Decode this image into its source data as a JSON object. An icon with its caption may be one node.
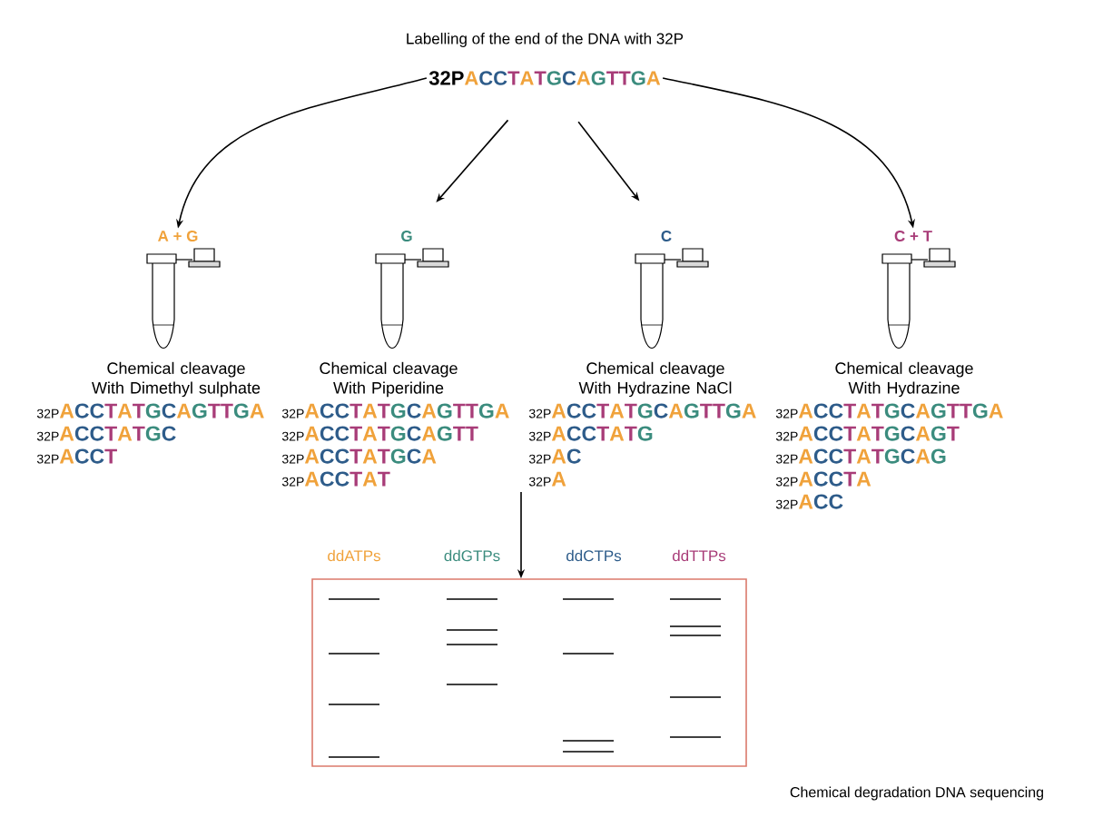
{
  "diagram": {
    "title": "Labelling of the end of the DNA with 32P",
    "caption": "Chemical degradation DNA sequencing",
    "nodes": [
      {
        "text": [
          "32PACCTATGCAGTTGA"
        ]
      },
      {
        "text": [
          "A + G"
        ],
        "beside": [
          "Chemical cleavage With Dimethyl sulphate"
        ]
      },
      {
        "text": [
          "G"
        ],
        "beside": [
          "Chemical cleavage With Piperidine"
        ]
      },
      {
        "text": [
          "C"
        ],
        "beside": [
          "Chemical cleavage With Hydrazine NaCl"
        ]
      },
      {
        "text": [
          "C + T"
        ],
        "beside": [
          "Chemical cleavage With Hydrazine"
        ]
      },
      {
        "text": [
          "32PACCTATGCAGTTGA",
          "32PACCTATGC",
          "32PACCT"
        ]
      },
      {
        "text": [
          "32PACCTATGCAGTTGA",
          "32PACCTATGCAGTT",
          "32PACCTATGCA",
          "32PACCTAT"
        ]
      },
      {
        "text": [
          "32PACCTATGCAGTTGA",
          "32PACCTATG",
          "32PAC",
          "32PA"
        ]
      },
      {
        "text": [
          "32PACCTATGCAGTTGA",
          "32PACCTATGCAGT",
          "32PACCTATGCAG",
          "32PACCTA",
          "32PACC"
        ]
      },
      {
        "text": [
          "ddATPs",
          "ddGTPs",
          "ddCTPs",
          "ddTTPs"
        ]
      }
    ],
    "edges": [
      {
        "from": 0,
        "to": 1,
        "arrow": "to"
      },
      {
        "from": 0,
        "to": 2,
        "arrow": "to"
      },
      {
        "from": 0,
        "to": 3,
        "arrow": "to"
      },
      {
        "from": 0,
        "to": 4,
        "arrow": "to"
      },
      {
        "from": 7,
        "to": 9,
        "arrow": "to"
      }
    ]
  }
}
